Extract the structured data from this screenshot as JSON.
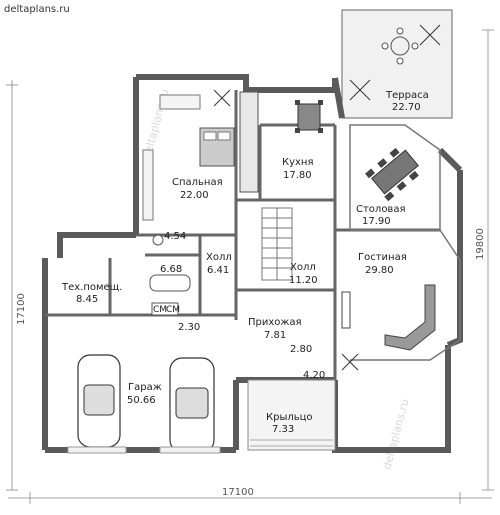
{
  "site": {
    "name": "deltaplans.ru"
  },
  "watermark": "deltaplans.ru",
  "dimensions": {
    "bottom": "17100",
    "left": "17100",
    "right": "19800"
  },
  "rooms": {
    "terrace": {
      "name": "Терраса",
      "area": "22.70"
    },
    "bedroom": {
      "name": "Спальная",
      "area": "22.00"
    },
    "kitchen": {
      "name": "Кухня",
      "area": "17.80"
    },
    "dining": {
      "name": "Столовая",
      "area": "17.90"
    },
    "living": {
      "name": "Гостиная",
      "area": "29.80"
    },
    "hall_main": {
      "name": "Холл",
      "area": "11.20"
    },
    "hall_small": {
      "name": "Холл",
      "area": "6.41"
    },
    "bath": {
      "area": "4.54"
    },
    "bath2": {
      "area": "6.68"
    },
    "tech": {
      "name": "Тех.помещ.",
      "area": "8.45"
    },
    "laundry": {
      "area": "2.30"
    },
    "hallway": {
      "name": "Прихожая",
      "area": "7.81"
    },
    "closet": {
      "area": "2.80"
    },
    "vestibule": {
      "area": "4.20"
    },
    "garage": {
      "name": "Гараж",
      "area": "50.66"
    },
    "porch": {
      "name": "Крыльцо",
      "area": "7.33"
    }
  },
  "fixtures": {
    "washer_label": "СМ",
    "washer_label_2": "СМ"
  }
}
